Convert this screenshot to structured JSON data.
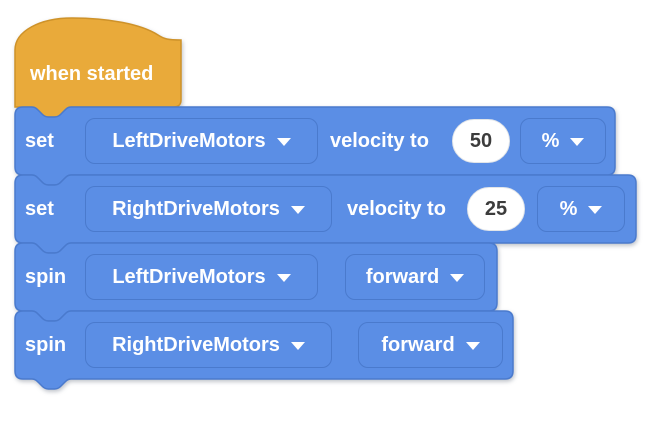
{
  "workspace": {
    "background": "#ffffff"
  },
  "colors": {
    "event_block_fill": "#E9AA3A",
    "event_block_stroke": "#CE9229",
    "motion_block_fill": "#5B8EE5",
    "motion_block_stroke": "#4A7ACD",
    "block_text": "#FFFFFF",
    "value_input_text": "#3C3C3C",
    "value_input_bg": "#FFFFFF"
  },
  "hat_block": {
    "label": "when started"
  },
  "blocks": [
    {
      "command": "set",
      "motor": "LeftDriveMotors",
      "property_label": "velocity to",
      "value": "50",
      "unit": "%"
    },
    {
      "command": "set",
      "motor": "RightDriveMotors",
      "property_label": "velocity to",
      "value": "25",
      "unit": "%"
    },
    {
      "command": "spin",
      "motor": "LeftDriveMotors",
      "direction": "forward"
    },
    {
      "command": "spin",
      "motor": "RightDriveMotors",
      "direction": "forward"
    }
  ],
  "icons": {
    "dropdown_arrow": "chevron-down"
  }
}
